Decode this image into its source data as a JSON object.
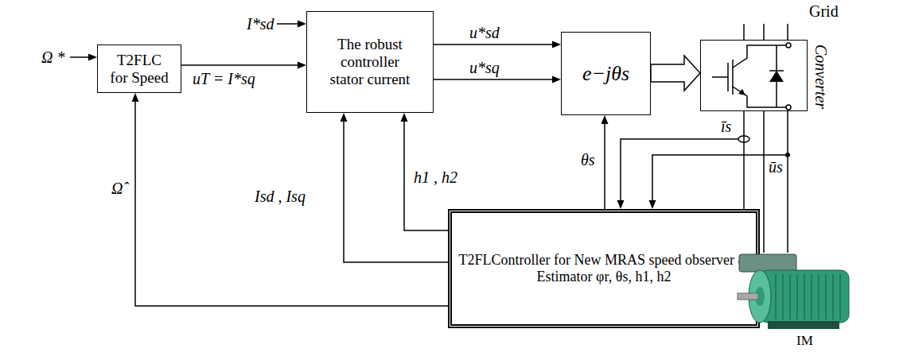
{
  "diagram": {
    "nodes": [
      {
        "text": [
          "T2FLC for Speed"
        ]
      },
      {
        "text": [
          "The robust controller stator current"
        ]
      },
      {
        "text": [
          "e−jθs"
        ]
      },
      {
        "text": [
          "Converter"
        ]
      },
      {
        "text": [
          "T2FLController for New MRAS speed observer & Estimator φr, θs, h1, h2"
        ]
      },
      {
        "text": [
          "IM"
        ]
      }
    ],
    "edges": [
      {
        "from": 0,
        "to": 1,
        "arrow": "to",
        "label": "uT = I*sq"
      },
      {
        "from": 1,
        "to": 2,
        "arrow": "to",
        "label": "u*sd"
      },
      {
        "from": 1,
        "to": 2,
        "arrow": "to",
        "label": "u*sq"
      },
      {
        "from": 2,
        "to": 3,
        "arrow": "to"
      },
      {
        "from": 4,
        "to": 2,
        "arrow": "to",
        "label": "θs"
      },
      {
        "from": 4,
        "to": 1,
        "arrow": "to",
        "label": "Isd , Isq"
      },
      {
        "from": 4,
        "to": 1,
        "arrow": "to",
        "label": "h1 , h2"
      },
      {
        "from": 4,
        "to": 0,
        "arrow": "to",
        "label": "Ω̂"
      },
      {
        "from": 3,
        "to": 5,
        "arrow": "none"
      }
    ],
    "labels": [
      "Grid",
      "Ω *",
      "I*sd",
      "īs",
      "ūs"
    ]
  }
}
